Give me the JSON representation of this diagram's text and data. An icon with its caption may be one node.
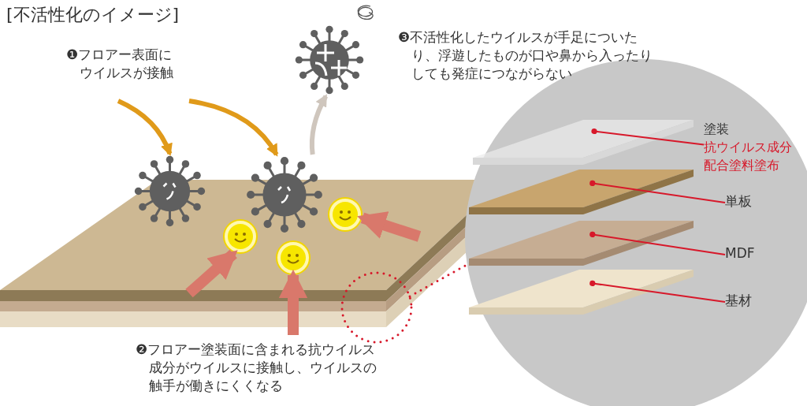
{
  "diagram": {
    "title": "[不活性化のイメージ]",
    "nodes": [
      {
        "text": [],
        "shape": "picture"
      },
      {
        "text": [],
        "shape": "picture"
      },
      {
        "text": [],
        "shape": "picture"
      },
      {
        "text": [],
        "shape": "picture"
      },
      {
        "text": [],
        "shape": "picture"
      },
      {
        "text": [],
        "shape": "picture"
      },
      {
        "text": [
          "塗装",
          "抗ウイルス成分配合塗料塗布"
        ]
      },
      {
        "text": [],
        "shape": "bar"
      },
      {
        "text": [
          "単板"
        ]
      },
      {
        "text": [],
        "shape": "bar"
      },
      {
        "text": [
          "MDF"
        ]
      },
      {
        "text": [],
        "shape": "bar"
      },
      {
        "text": [
          "基材"
        ]
      },
      {
        "text": [],
        "shape": "bar"
      }
    ],
    "edges": [
      {
        "from": null,
        "to": 0,
        "arrow": "to",
        "color": "#e09a1a"
      },
      {
        "from": null,
        "to": 1,
        "arrow": "to",
        "color": "#e09a1a"
      },
      {
        "from": 1,
        "to": 2,
        "arrow": "to",
        "color": "#cfc6bd"
      },
      {
        "from": null,
        "to": 3,
        "arrow": "to",
        "style": "thick",
        "color": "#d9786b"
      },
      {
        "from": null,
        "to": 4,
        "arrow": "to",
        "style": "thick",
        "color": "#d9786b"
      },
      {
        "from": null,
        "to": 5,
        "arrow": "to",
        "style": "thick",
        "color": "#d9786b"
      },
      {
        "from": 6,
        "to": 7,
        "arrow": "other",
        "color": "#d7182a"
      },
      {
        "from": 8,
        "to": 9,
        "arrow": "other",
        "color": "#d7182a"
      },
      {
        "from": 10,
        "to": 11,
        "arrow": "other",
        "color": "#d7182a"
      },
      {
        "from": 12,
        "to": 13,
        "arrow": "other",
        "color": "#d7182a"
      }
    ],
    "labels": [
      "❶フロアー表面にウイルスが接触",
      "❷フロアー塗装面に含まれる抗ウイルス成分がウイルスに接触し、ウイルスの触手が働きにくくなる",
      "❸不活性化したウイルスが手足についたり、浮遊したものが口や鼻から入ったりしても発症につながらない"
    ]
  }
}
